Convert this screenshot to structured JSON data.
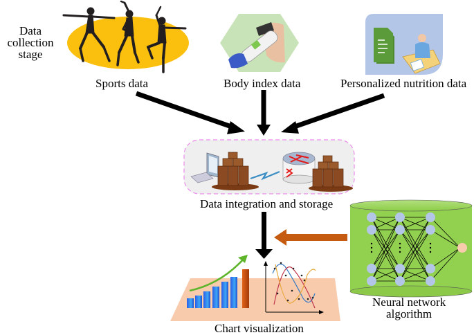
{
  "stage_label": {
    "line1": "Data",
    "line2": "collection",
    "line3": "stage"
  },
  "sources": [
    {
      "label": "Sports data",
      "icon": "dancers-icon",
      "bg_color": "#FBBF0E"
    },
    {
      "label": "Body index data",
      "icon": "thermometer-icon",
      "bg_color": "#C9E3B8"
    },
    {
      "label": "Personalized nutrition data",
      "icon": "documents-user-icon",
      "bg_color": "#B4C6E7"
    }
  ],
  "storage": {
    "label": "Data integration and storage",
    "icon_left": "computer-server-icon",
    "icon_right": "router-server-icon",
    "border_color": "#E98BE9",
    "bg_color": "#EFEFEF"
  },
  "neural_network": {
    "label_line1": "Neural network",
    "label_line2": "algorithm",
    "bg_color": "#92D050",
    "node_color": "#B4C6E7",
    "output_node_color": "#F8CBAD"
  },
  "visualization": {
    "label": "Chart visualization",
    "bg_color": "#F8CBAD"
  },
  "colors": {
    "arrow_main": "#000000",
    "arrow_nn": "#C55A11"
  }
}
